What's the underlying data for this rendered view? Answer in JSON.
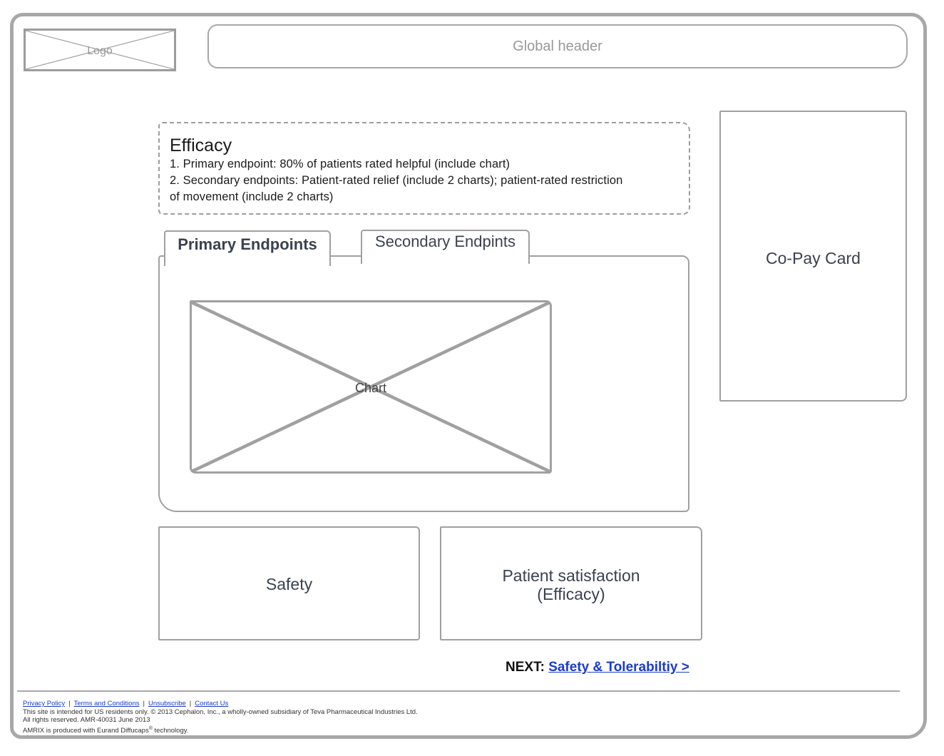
{
  "logo": {
    "label": "Logo"
  },
  "global_header": {
    "label": "Global header"
  },
  "efficacy": {
    "title": "Efficacy",
    "line1": "1. Primary endpoint: 80% of patients rated helpful (include chart)",
    "line2": "2. Secondary endpoints: Patient-rated relief (include 2 charts); patient-rated restriction",
    "line3": "of movement (include 2 charts)"
  },
  "tabs": [
    {
      "label": "Primary Endpoints",
      "active": true
    },
    {
      "label": "Secondary Endpints",
      "active": false
    }
  ],
  "chart_placeholder": {
    "label": "Chart"
  },
  "copay_card": {
    "label": "Co-Pay Card"
  },
  "safety_card": {
    "label": "Safety"
  },
  "satisfaction_card": {
    "line1": "Patient satisfaction",
    "line2": "(Efficacy)"
  },
  "next": {
    "prefix": "NEXT:",
    "link_label": "Safety & Tolerabiltiy >"
  },
  "footer": {
    "links": [
      "Privacy Policy",
      "Terms and Conditions",
      "Unsubscribe",
      "Contact Us"
    ],
    "separator": "|",
    "line1": "This site is intended for US residents only. © 2013 Cephalon, Inc., a wholly-owned subsidiary of Teva Pharmaceutical Industries Ltd.",
    "line2": "All rights reserved. AMR-40031 June 2013",
    "line3_prefix": "AMRIX is produced with Eurand Diffucaps",
    "line3_sup": "®",
    "line3_suffix": " technology."
  },
  "colors": {
    "sketch_stroke": "#a0a0a0",
    "link": "#1a3ccc",
    "text": "#3a4250"
  }
}
